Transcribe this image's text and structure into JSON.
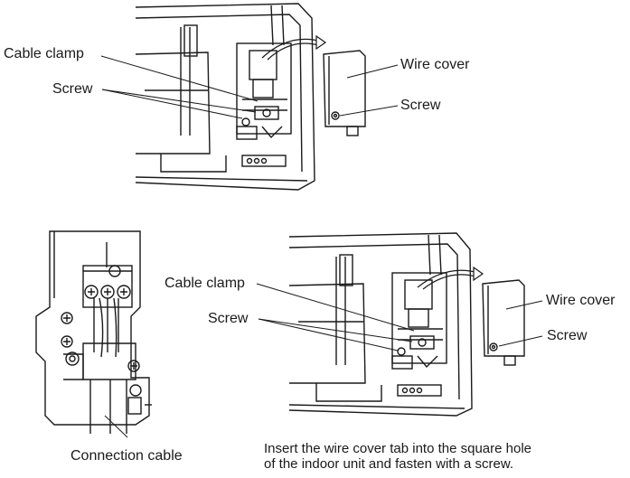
{
  "top_figure": {
    "label_cable_clamp": "Cable clamp",
    "label_screw_left": "Screw",
    "label_wire_cover": "Wire cover",
    "label_screw_right": "Screw"
  },
  "detail_figure": {
    "label_connection_cable": "Connection cable"
  },
  "bottom_figure": {
    "label_cable_clamp": "Cable clamp",
    "label_screw_left": "Screw",
    "label_wire_cover": "Wire cover",
    "label_screw_right": "Screw"
  },
  "instruction": {
    "line1": "Insert the wire cover tab into the square hole",
    "line2": "of the indoor unit and fasten with a screw."
  }
}
